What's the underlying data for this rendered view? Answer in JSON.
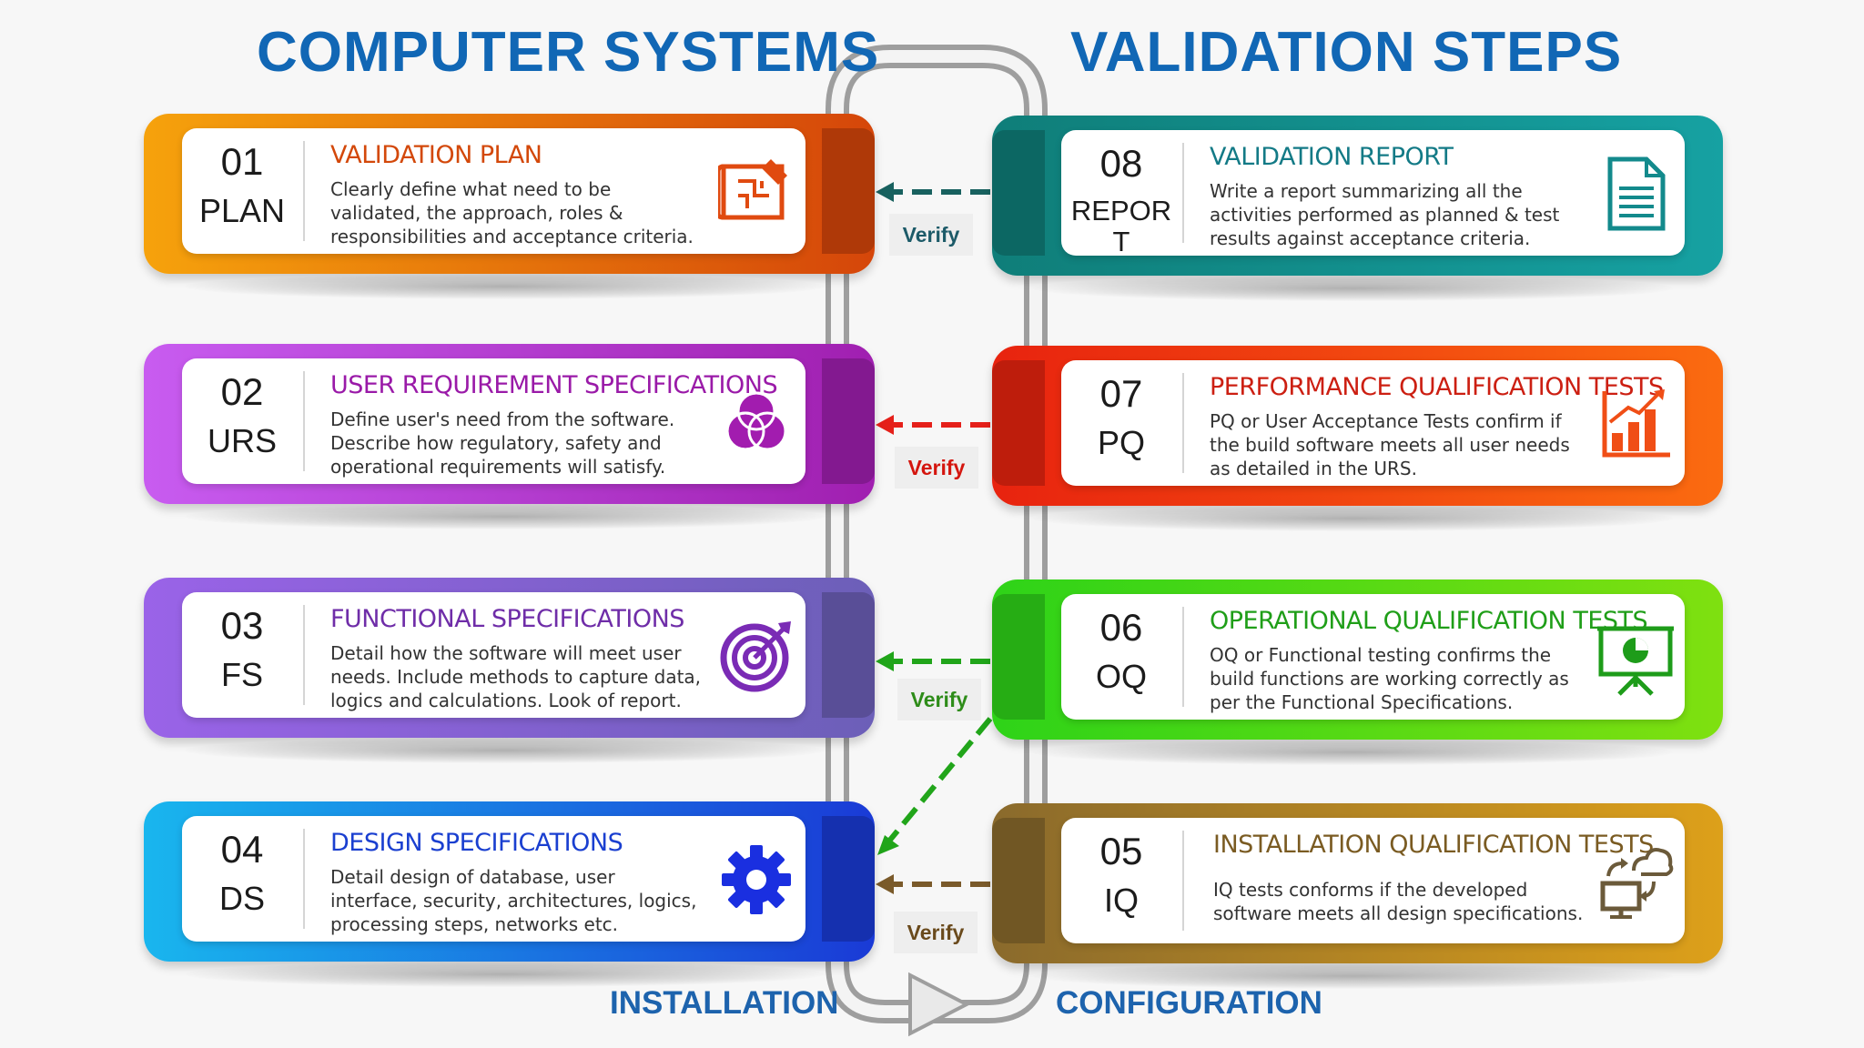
{
  "header": {
    "left_title": "COMPUTER SYSTEMS",
    "right_title": "VALIDATION STEPS"
  },
  "footer": {
    "left_label": "INSTALLATION",
    "right_label": "CONFIGURATION"
  },
  "left_steps": [
    {
      "number": "01",
      "abbr": "PLAN",
      "title": "VALIDATION PLAN",
      "description": "Clearly define what need to be validated, the approach, roles & responsibilities and acceptance criteria.",
      "icon": "blueprint-icon",
      "color": "#d3480a",
      "gradient": [
        "#f6a20c",
        "#d5460a"
      ]
    },
    {
      "number": "02",
      "abbr": "URS",
      "title": "USER REQUIREMENT SPECIFICATIONS",
      "description": "Define user's need from the software. Describe how regulatory, safety and operational requirements will satisfy.",
      "icon": "venn-circles-icon",
      "color": "#9a1aa8",
      "gradient": [
        "#c85cf0",
        "#a01fb0"
      ]
    },
    {
      "number": "03",
      "abbr": "FS",
      "title": "FUNCTIONAL SPECIFICATIONS",
      "description": "Detail how the software will meet user needs. Include methods to capture data, logics and calculations. Look of report.",
      "icon": "target-icon",
      "color": "#6f2da8",
      "gradient": [
        "#9a63e8",
        "#6c5fb8"
      ]
    },
    {
      "number": "04",
      "abbr": "DS",
      "title": "DESIGN SPECIFICATIONS",
      "description": "Detail design of database, user interface, security, architectures, logics, processing steps, networks etc.",
      "icon": "gear-icon",
      "color": "#1a3fd0",
      "gradient": [
        "#19b6ee",
        "#1a3ad6"
      ]
    }
  ],
  "right_steps": [
    {
      "number": "08",
      "abbr": "REPORT",
      "title": "VALIDATION REPORT",
      "description": "Write a report summarizing all the activities performed as planned & test results against acceptance criteria.",
      "icon": "document-icon",
      "color": "#137a86",
      "gradient": [
        "#0f7e79",
        "#16a1a2"
      ]
    },
    {
      "number": "07",
      "abbr": "PQ",
      "title": "PERFORMANCE QUALIFICATION TESTS",
      "description": "PQ or User Acceptance Tests confirm if the build software meets all user needs as detailed in the URS.",
      "icon": "bar-chart-icon",
      "color": "#cc1f12",
      "gradient": [
        "#e8230f",
        "#fb6b10"
      ]
    },
    {
      "number": "06",
      "abbr": "OQ",
      "title": "OPERATIONAL QUALIFICATION TESTS",
      "description": "OQ or Functional testing confirms the build functions are working correctly as per the Functional Specifications.",
      "icon": "presentation-board-icon",
      "color": "#1f9e18",
      "gradient": [
        "#2ed318",
        "#7fe010"
      ]
    },
    {
      "number": "05",
      "abbr": "IQ",
      "title": "INSTALLATION QUALIFICATION TESTS",
      "description": "IQ tests conforms if the developed software meets all design specifications.",
      "icon": "cloud-computer-icon",
      "color": "#7a5b22",
      "gradient": [
        "#8a6a2c",
        "#dda01a"
      ]
    }
  ],
  "verify_labels": [
    {
      "text": "Verify",
      "color": "#1c5a68",
      "arrow_color": "#18615f"
    },
    {
      "text": "Verify",
      "color": "#d4150e",
      "arrow_color": "#e5201a"
    },
    {
      "text": "Verify",
      "color": "#2e8c19",
      "arrow_color": "#21a51a"
    },
    {
      "text": "Verify",
      "color": "#6a4a1c",
      "arrow_color": "#7a5a2a"
    }
  ]
}
